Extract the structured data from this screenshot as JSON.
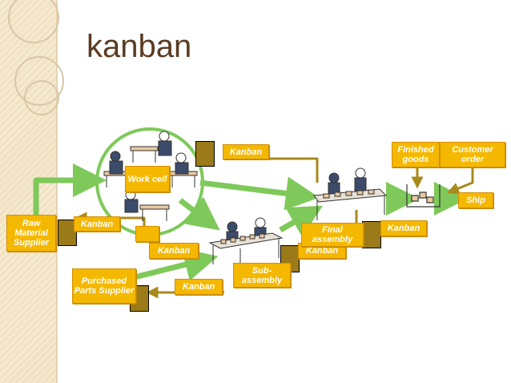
{
  "title": "kanban",
  "labels": {
    "work_cell": "Work cell",
    "raw_material_supplier": "Raw Material Supplier",
    "purchased_parts_supplier": "Purchased Parts Supplier",
    "sub_assembly": "Sub-assembly",
    "final_assembly": "Final assembly",
    "finished_goods": "Finished goods",
    "customer_order": "Customer order",
    "ship": "Ship",
    "kanban": "Kanban"
  },
  "colors": {
    "label_fill": "#f5b800",
    "kanban_card": "#9b7a1a",
    "flow_arrow": "#7ec95a",
    "kanban_arrow": "#a88a1c",
    "background_panel": "#f1e2c2"
  }
}
